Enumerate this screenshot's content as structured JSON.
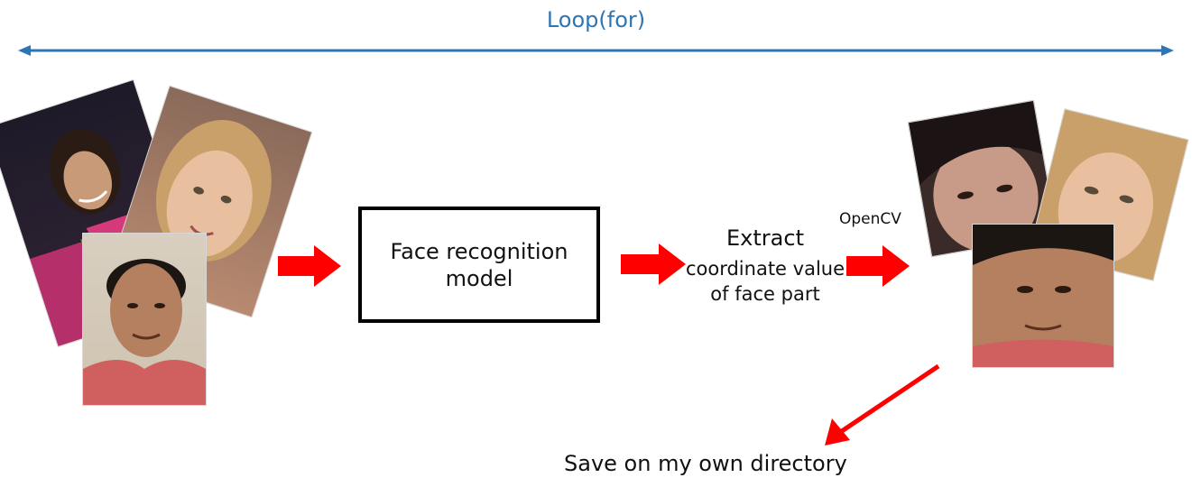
{
  "loop": {
    "label": "Loop(for)",
    "color": "#2E75B6"
  },
  "model": {
    "line1": "Face recognition",
    "line2": "model"
  },
  "extract": {
    "title": "Extract",
    "line1": "coordinate value",
    "line2": "of face part"
  },
  "tool": {
    "label": "OpenCV"
  },
  "output": {
    "label": "Save on my own directory"
  },
  "colors": {
    "arrow": "#FF0000",
    "loop_arrow": "#2E75B6",
    "box_border": "#000000"
  },
  "images": {
    "input": [
      "woman-dark-hair-photo",
      "blonde-girl-photo",
      "man-photo"
    ],
    "cropped": [
      "woman-face-crop",
      "blonde-face-crop",
      "man-face-crop"
    ]
  }
}
